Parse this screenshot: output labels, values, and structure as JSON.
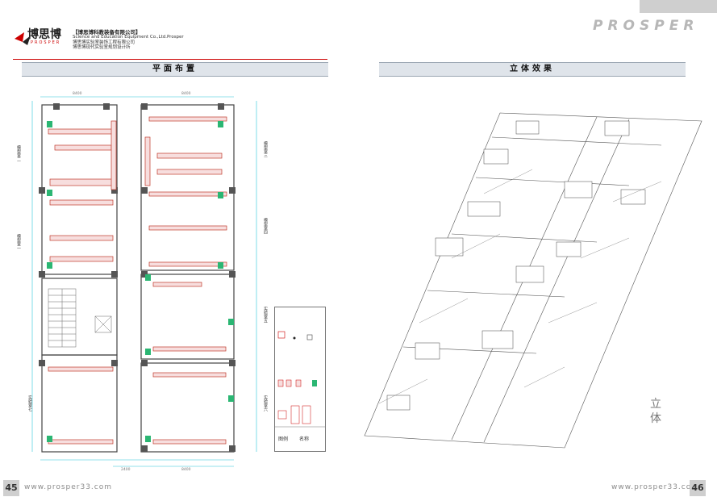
{
  "brand": {
    "logo_text": "博思博",
    "logo_subtext": "PROSPER",
    "lines": [
      "【博思博科教装备有限公司】",
      "Science and Education Equipment Co.,Ltd.Prosper",
      "博思博实验室装饰工程有限公司",
      "博思博现代实验室规划设计所"
    ],
    "wordmark": "PROSPER"
  },
  "sections": {
    "left_title": "平面布置",
    "right_title": "立体效果"
  },
  "floorplan": {
    "side_labels": [
      "模型室二",
      "模型室一",
      "模型室三",
      "模型室四",
      "实验室五",
      "实验室六",
      "实验室七"
    ],
    "legend_header": [
      "图例",
      "名称"
    ]
  },
  "iso": {
    "vertical_title": "立体"
  },
  "footer": {
    "left_page": "45",
    "left_url": "www.prosper33.com",
    "right_url": "www.prosper33.com",
    "right_page": "46"
  },
  "colors": {
    "accent_red": "#cc0000",
    "bar_bg": "#dfe4ea",
    "grey": "#cfcfcf",
    "plan_green": "#2bb673",
    "plan_cyan": "#29c4d8"
  }
}
